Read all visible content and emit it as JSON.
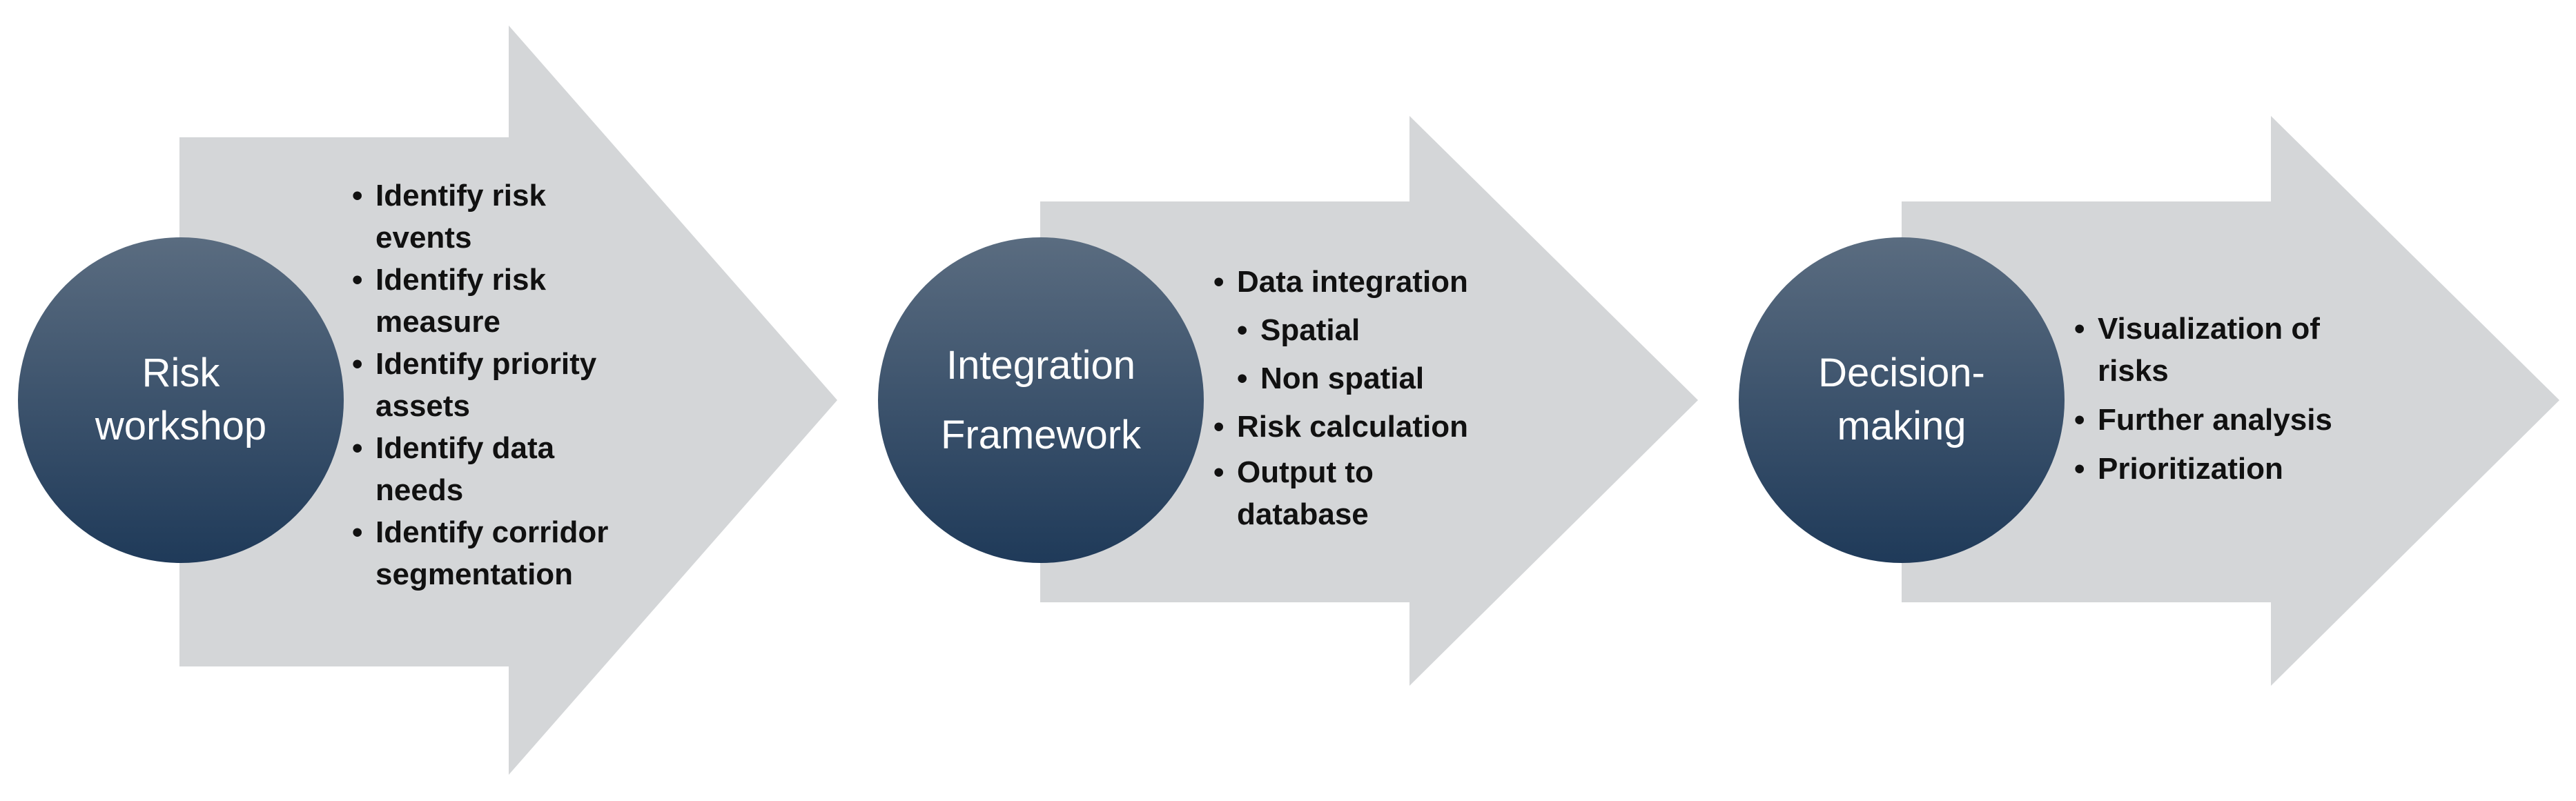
{
  "colors": {
    "arrow_fill": "#d4d6d8",
    "circle_top": "#5a6c80",
    "circle_bottom": "#1f3a59",
    "title_text": "#ffffff",
    "bullet_text": "#111111"
  },
  "stages": [
    {
      "title_lines": [
        "Risk",
        "workshop"
      ],
      "bullets": [
        "Identify risk events",
        "Identify risk measure",
        "Identify priority assets",
        "Identify data needs",
        "Identify corridor segmentation"
      ]
    },
    {
      "title_lines": [
        "Integration",
        "Framework"
      ],
      "bullets": [
        "Data integration",
        "Spatial",
        "Non spatial",
        "Risk calculation",
        "Output to database"
      ]
    },
    {
      "title_lines": [
        "Decision-",
        "making"
      ],
      "bullets": [
        "Visualization of risks",
        "Further analysis",
        "Prioritization"
      ]
    }
  ]
}
